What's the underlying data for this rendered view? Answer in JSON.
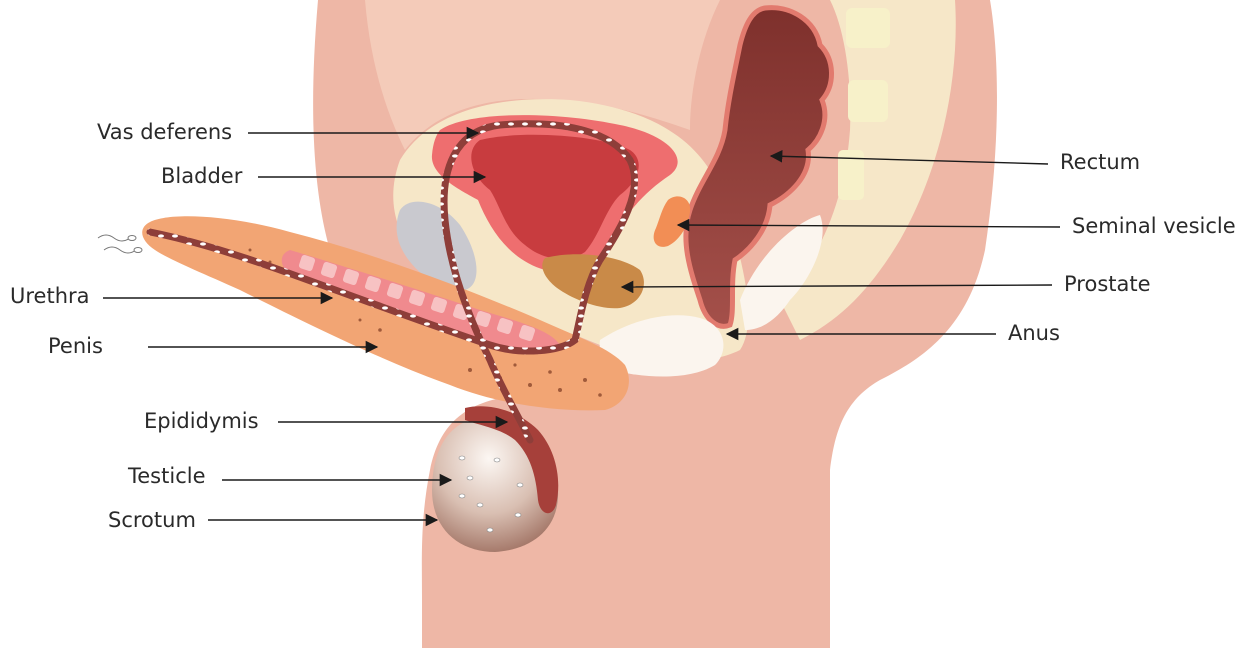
{
  "diagram": {
    "labels": {
      "vas_deferens": "Vas deferens",
      "bladder": "Bladder",
      "urethra": "Urethra",
      "penis": "Penis",
      "epididymis": "Epididymis",
      "testicle": "Testicle",
      "scrotum": "Scrotum",
      "rectum": "Rectum",
      "seminal_vesicle": "Seminal vesicle",
      "prostate": "Prostate",
      "anus": "Anus"
    },
    "colors": {
      "skin": "#EEB7A6",
      "skin_light": "#F4CBB9",
      "pelvis_fill": "#F6E7C8",
      "bladder": "#C83C3F",
      "bladder_outer": "#EE6E6F",
      "rectum": "#8E3A35",
      "prostate": "#C98A48",
      "penis": "#F2A574",
      "urethra_band": "#F08A8E",
      "scrotum_top": "#FBF4EF",
      "scrotum_bottom": "#A8796B",
      "epididymis": "#A6403A",
      "seminal_vesicle": "#F28E55",
      "bone": "#F7F1C9",
      "gray_bone": "#C9C9CF",
      "arrow": "#1a1a1a"
    }
  }
}
